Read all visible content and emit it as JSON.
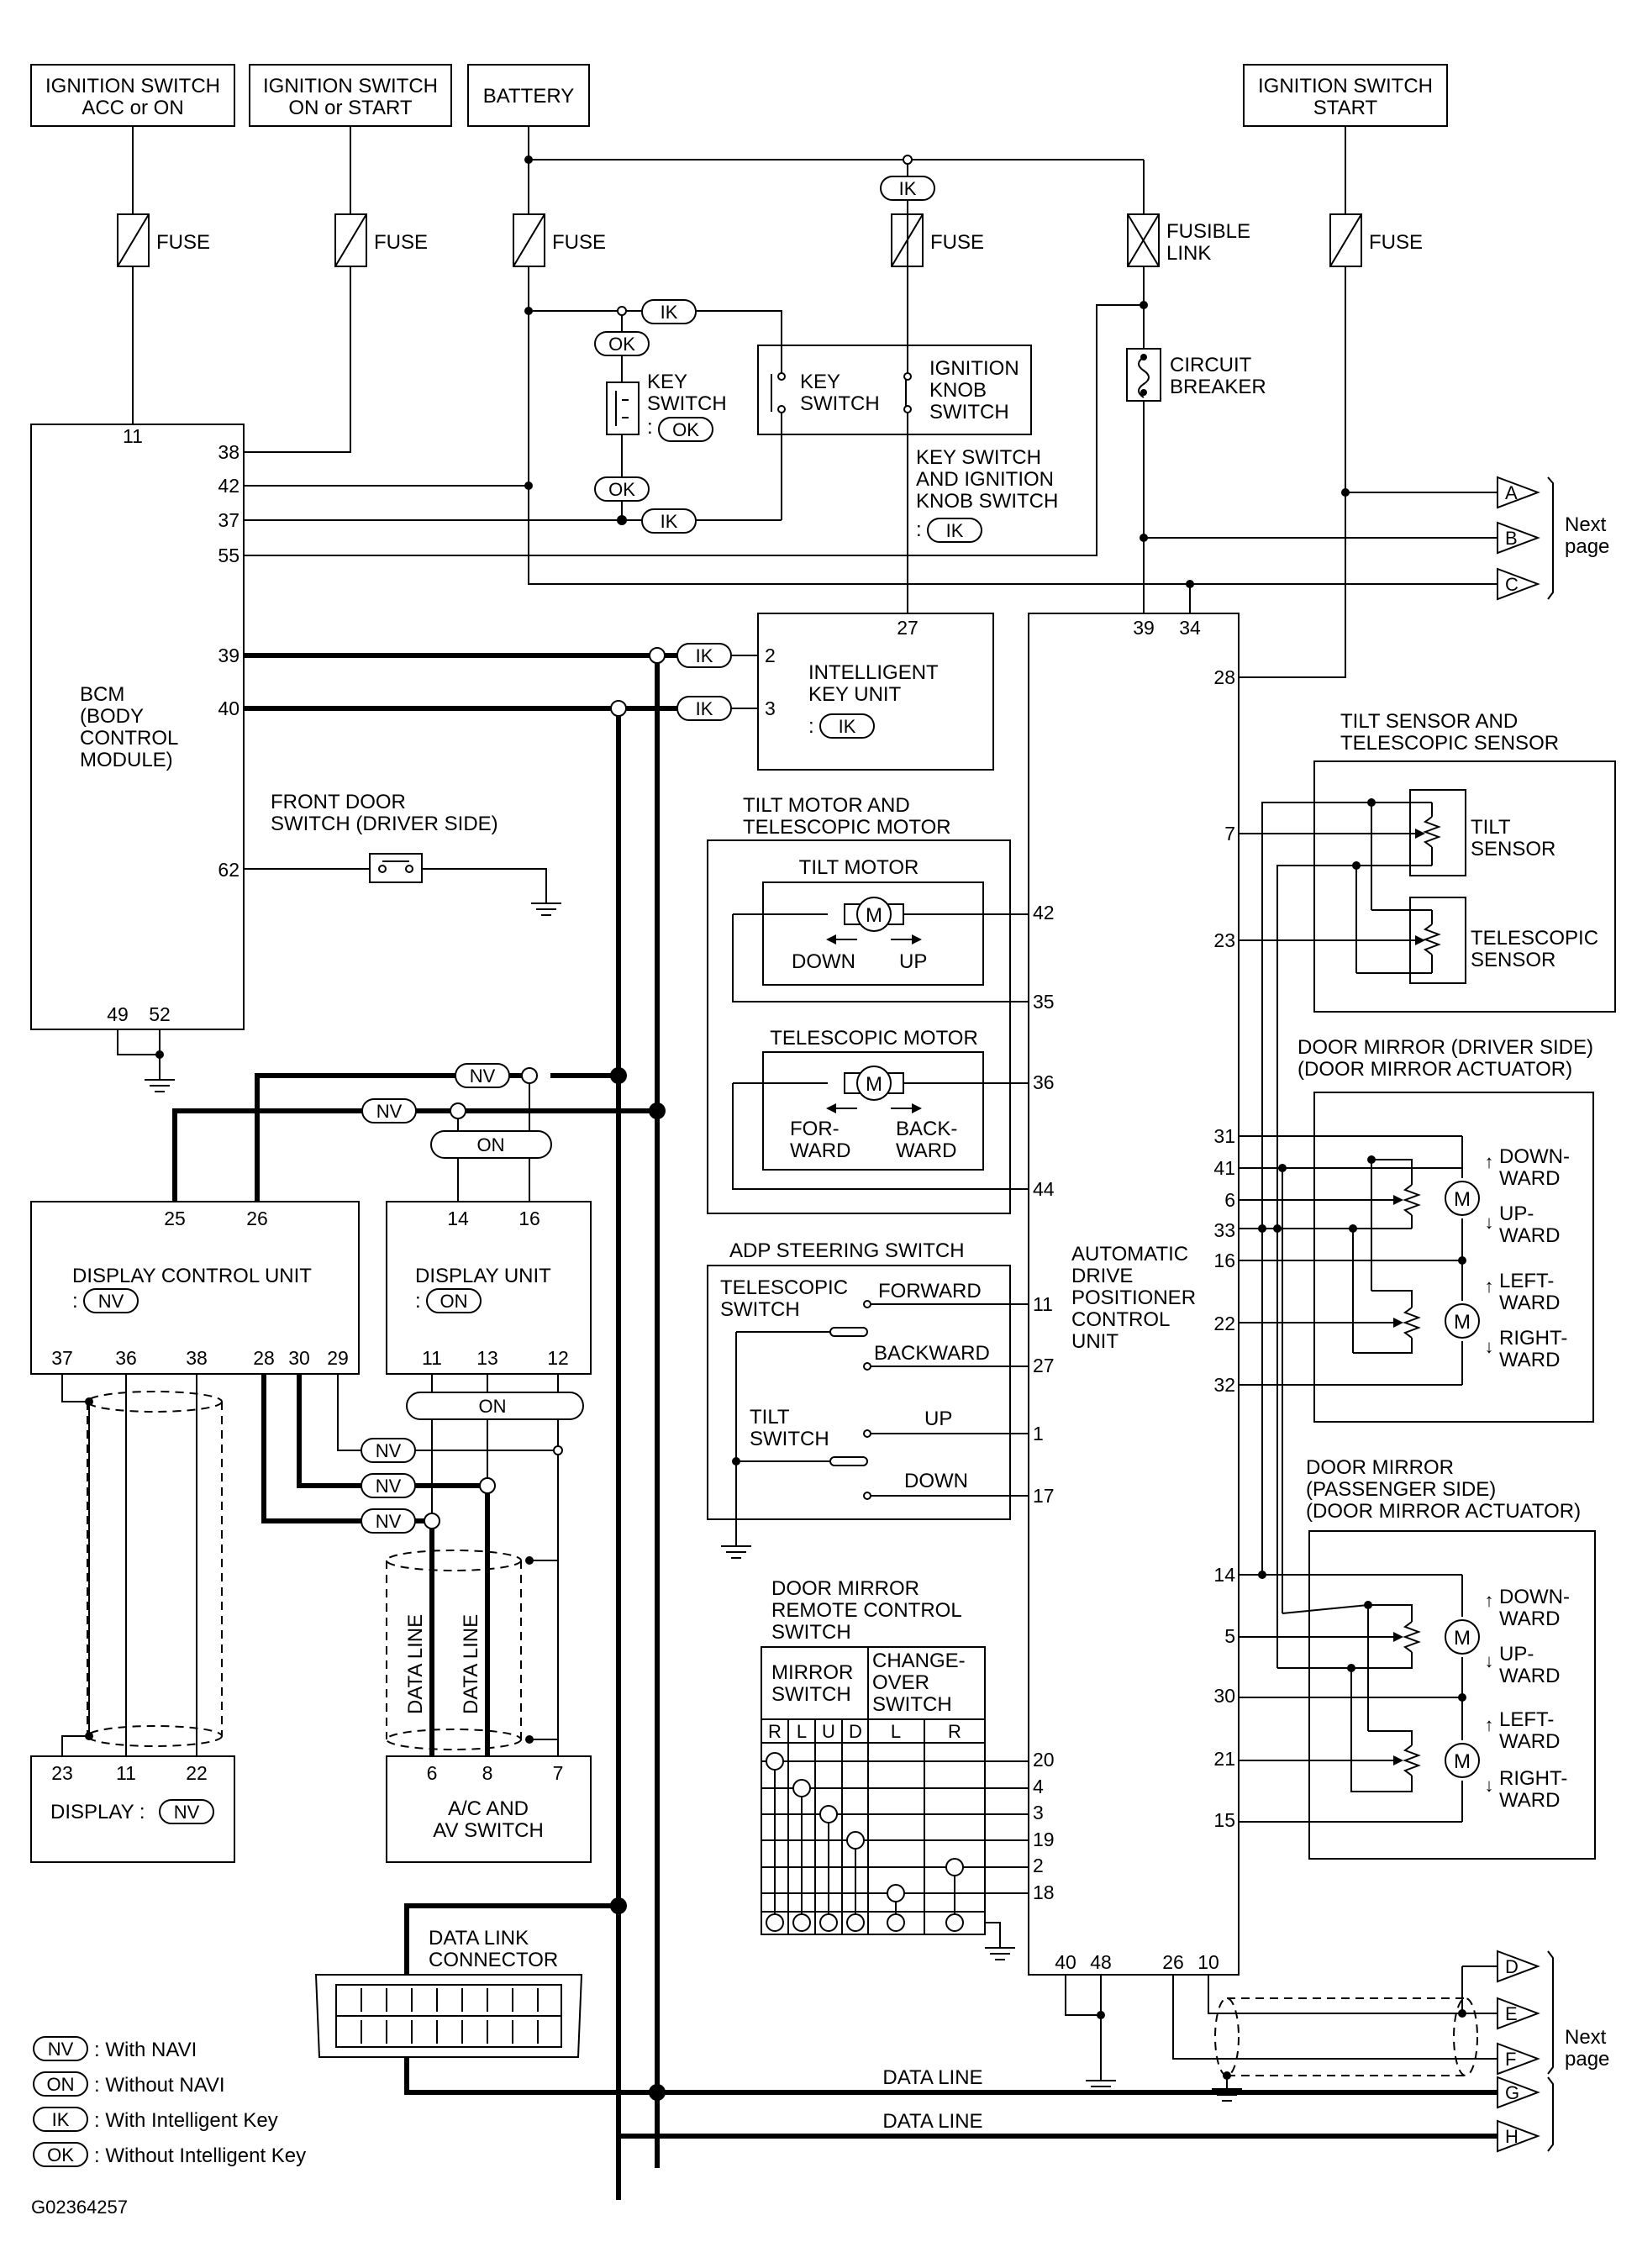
{
  "power_sources": {
    "ign_acc_on": [
      "IGNITION SWITCH",
      "ACC or ON"
    ],
    "ign_on_start": [
      "IGNITION SWITCH",
      "ON or START"
    ],
    "battery": "BATTERY",
    "ign_start": [
      "IGNITION SWITCH",
      "START"
    ]
  },
  "labels": {
    "fuse": "FUSE",
    "fusible_link": [
      "FUSIBLE",
      "LINK"
    ],
    "circuit_breaker": [
      "CIRCUIT",
      "BREAKER"
    ],
    "key_switch": [
      "KEY",
      "SWITCH"
    ],
    "ignition_knob_switch": [
      "IGNITION",
      "KNOB",
      "SWITCH"
    ],
    "key_switch_knob": [
      "KEY SWITCH",
      "AND IGNITION",
      "KNOB SWITCH"
    ],
    "next_page": [
      "Next",
      "page"
    ],
    "front_door_switch": [
      "FRONT DOOR",
      "SWITCH (DRIVER SIDE)"
    ],
    "data_line": "DATA LINE",
    "data_link_connector": [
      "DATA LINK",
      "CONNECTOR"
    ],
    "figure_id": "G02364257"
  },
  "tags": {
    "ik": "IK",
    "ok": "OK",
    "nv": "NV",
    "on": "ON"
  },
  "connectors": {
    "A": "A",
    "B": "B",
    "C": "C",
    "D": "D",
    "E": "E",
    "F": "F",
    "G": "G",
    "H": "H"
  },
  "bcm": {
    "name": [
      "BCM",
      "(BODY",
      "CONTROL",
      "MODULE)"
    ],
    "pins": {
      "p11": "11",
      "p38": "38",
      "p42": "42",
      "p37": "37",
      "p55": "55",
      "p39": "39",
      "p40": "40",
      "p62": "62",
      "p49": "49",
      "p52": "52"
    }
  },
  "intelligent_key_unit": {
    "name": [
      "INTELLIGENT",
      "KEY UNIT"
    ],
    "pins": {
      "p27": "27",
      "p2": "2",
      "p3": "3"
    }
  },
  "adp_unit": {
    "name": [
      "AUTOMATIC",
      "DRIVE",
      "POSITIONER",
      "CONTROL",
      "UNIT"
    ],
    "pins": [
      "39",
      "34",
      "28",
      "7",
      "23",
      "42",
      "35",
      "36",
      "44",
      "31",
      "41",
      "6",
      "33",
      "16",
      "22",
      "32",
      "11",
      "27",
      "1",
      "17",
      "14",
      "5",
      "30",
      "21",
      "15",
      "20",
      "4",
      "3",
      "19",
      "2",
      "18",
      "40",
      "48",
      "26",
      "10"
    ]
  },
  "tilt_tele_motor": {
    "title": [
      "TILT MOTOR AND",
      "TELESCOPIC MOTOR"
    ],
    "tilt_motor": "TILT MOTOR",
    "telescopic_motor": "TELESCOPIC MOTOR",
    "down": "DOWN",
    "up": "UP",
    "forward": [
      "FOR-",
      "WARD"
    ],
    "backward": [
      "BACK-",
      "WARD"
    ]
  },
  "tilt_tele_sensor": {
    "title": [
      "TILT SENSOR AND",
      "TELESCOPIC SENSOR"
    ],
    "tilt": [
      "TILT",
      "SENSOR"
    ],
    "tele": [
      "TELESCOPIC",
      "SENSOR"
    ]
  },
  "adp_steering_switch": {
    "title": "ADP STEERING SWITCH",
    "telescopic": [
      "TELESCOPIC",
      "SWITCH"
    ],
    "tilt": [
      "TILT",
      "SWITCH"
    ],
    "forward": "FORWARD",
    "backward": "BACKWARD",
    "up": "UP",
    "down": "DOWN"
  },
  "door_mirror_driver": {
    "title": [
      "DOOR MIRROR (DRIVER SIDE)",
      "(DOOR MIRROR ACTUATOR)"
    ],
    "downward": [
      "DOWN-",
      "WARD"
    ],
    "upward": [
      "UP-",
      "WARD"
    ],
    "leftward": [
      "LEFT-",
      "WARD"
    ],
    "rightward": [
      "RIGHT-",
      "WARD"
    ]
  },
  "door_mirror_pass": {
    "title": [
      "DOOR MIRROR",
      "(PASSENGER SIDE)",
      "(DOOR MIRROR ACTUATOR)"
    ]
  },
  "mirror_remote": {
    "title": [
      "DOOR MIRROR",
      "REMOTE CONTROL",
      "SWITCH"
    ],
    "mirror_switch": [
      "MIRROR",
      "SWITCH"
    ],
    "changeover": [
      "CHANGE-",
      "OVER",
      "SWITCH"
    ],
    "cols": [
      "R",
      "L",
      "U",
      "D",
      "L",
      "R"
    ]
  },
  "display_control_unit": {
    "name": "DISPLAY CONTROL UNIT",
    "pins_top": [
      "25",
      "26"
    ],
    "pins_bottom": [
      "37",
      "36",
      "38",
      "28",
      "30",
      "29"
    ]
  },
  "display_unit": {
    "name": "DISPLAY UNIT",
    "pins_top": [
      "14",
      "16"
    ],
    "pins_bottom": [
      "11",
      "13",
      "12"
    ]
  },
  "display": {
    "name": "DISPLAY :",
    "pins": [
      "23",
      "11",
      "22"
    ]
  },
  "ac_av_switch": {
    "name": [
      "A/C AND",
      "AV SWITCH"
    ],
    "pins": [
      "6",
      "8",
      "7"
    ]
  },
  "legend": [
    {
      "tag": "NV",
      "text": ": With NAVI"
    },
    {
      "tag": "ON",
      "text": ": Without NAVI"
    },
    {
      "tag": "IK",
      "text": ": With Intelligent Key"
    },
    {
      "tag": "OK",
      "text": ": Without Intelligent Key"
    }
  ]
}
